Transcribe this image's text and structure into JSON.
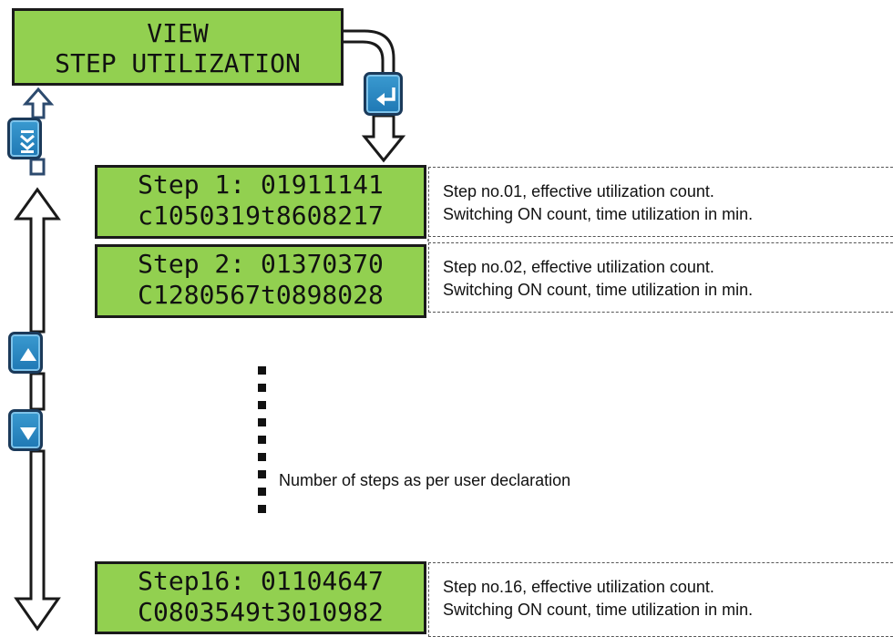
{
  "title_display": {
    "line1": "VIEW",
    "line2": "STEP UTILIZATION"
  },
  "steps": [
    {
      "line1": "Step 1: 01911141",
      "line2": "c1050319t8608217",
      "desc1": "Step no.01, effective utilization count.",
      "desc2": "Switching ON count, time utilization in min."
    },
    {
      "line1": "Step 2: 01370370",
      "line2": "C1280567t0898028",
      "desc1": "Step no.02, effective utilization count.",
      "desc2": "Switching ON count, time utilization in min."
    },
    {
      "line1": "Step16: 01104647",
      "line2": "C0803549t3010982",
      "desc1": "Step no.16, effective utilization count.",
      "desc2": "Switching ON count, time utilization in min."
    }
  ],
  "footnote": "Number of steps as per user declaration",
  "buttons": {
    "enter": "enter-icon",
    "page_down": "double-chevron-down-icon",
    "up": "triangle-up-icon",
    "down": "triangle-down-icon"
  },
  "colors": {
    "lcd_background": "#92d050",
    "button_blue": "#2a8ac4",
    "arrow_outline": "#1b3a5a"
  }
}
